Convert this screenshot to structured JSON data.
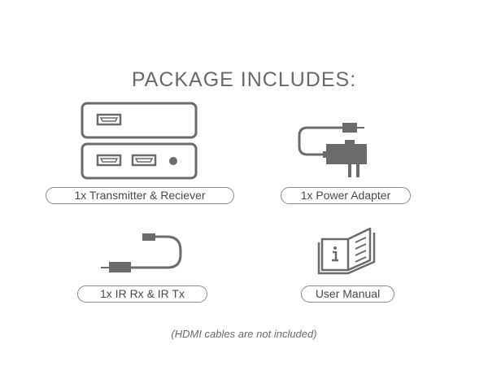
{
  "title": "PACKAGE INCLUDES:",
  "items": [
    {
      "label": "1x Transmitter & Reciever",
      "icon": "transmitter-receiver-icon"
    },
    {
      "label": "1x Power Adapter",
      "icon": "power-adapter-icon"
    },
    {
      "label": "1x IR Rx & IR Tx",
      "icon": "ir-cable-icon"
    },
    {
      "label": "User Manual",
      "icon": "user-manual-icon"
    }
  ],
  "note": "(HDMI cables are not included)",
  "colors": {
    "icon": "#6b6b6b",
    "text": "#4a4a4a",
    "border": "#8a8a8a"
  }
}
